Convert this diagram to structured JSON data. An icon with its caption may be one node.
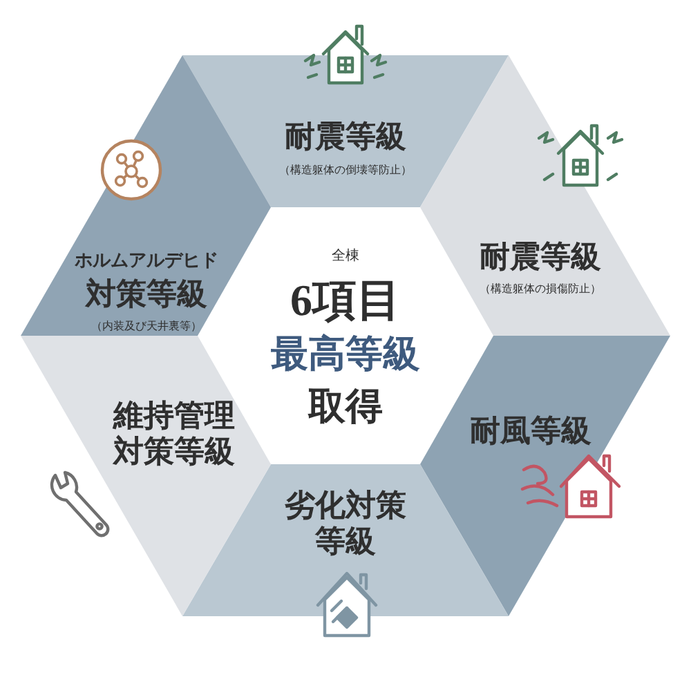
{
  "diagram": {
    "nodes": [
      {
        "text": [
          "全棟",
          "6項目",
          "最高等級",
          "取得"
        ]
      },
      {
        "text": [
          "耐震等級",
          "（構造躯体の倒壊等防止）"
        ]
      },
      {
        "text": [
          "耐震等級",
          "（構造躯体の損傷防止）"
        ]
      },
      {
        "text": [
          "耐風等級"
        ]
      },
      {
        "text": [
          "劣化対策等級"
        ]
      },
      {
        "text": [
          "維持管理対策等級"
        ]
      },
      {
        "text": [
          "ホルムアルデヒド",
          "対策等級",
          "（内装及び天井裏等）"
        ]
      }
    ]
  }
}
